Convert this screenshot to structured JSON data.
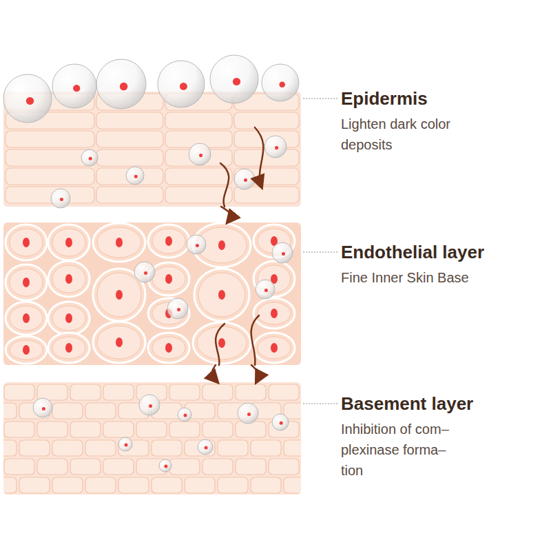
{
  "diagram": {
    "nodes": [
      {
        "text": [
          "Epidermis",
          "Lighten dark color deposits"
        ]
      },
      {
        "text": [
          "Endothelial layer",
          "Fine Inner Skin Base"
        ]
      },
      {
        "text": [
          "Basement layer",
          "Inhibition of com– plexinase forma– tion"
        ]
      }
    ],
    "edges": [
      {
        "from": 0,
        "to": 1,
        "arrow": "to"
      },
      {
        "from": 1,
        "to": 2,
        "arrow": "to"
      },
      {
        "from": 1,
        "to": 2,
        "arrow": "to"
      }
    ]
  }
}
